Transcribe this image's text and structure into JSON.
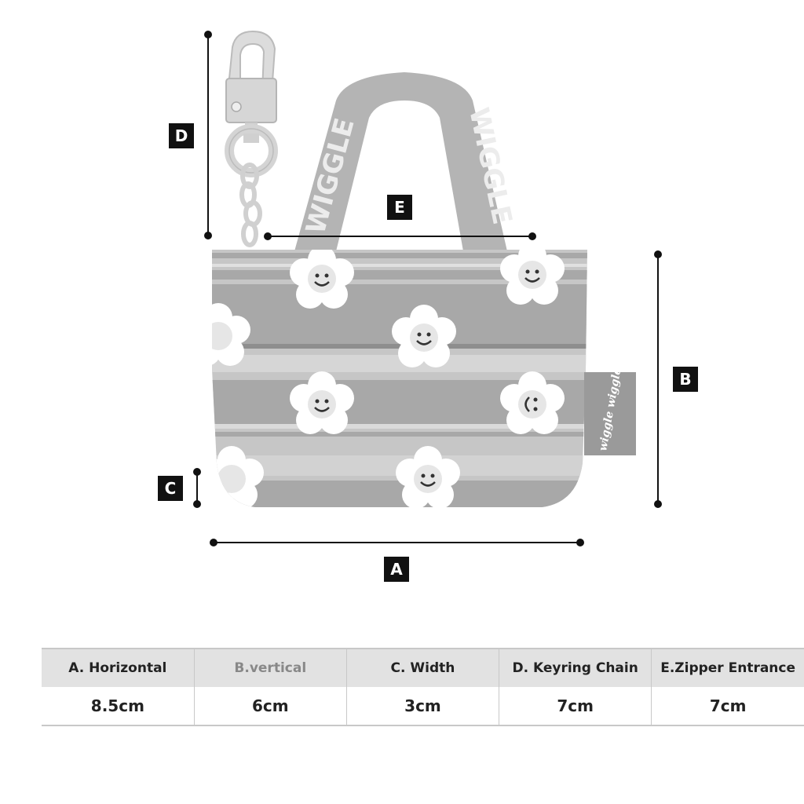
{
  "brand_tag": "wiggle wiggle",
  "strap_text": "WIGGLE",
  "labels": {
    "a": "A",
    "b": "B",
    "c": "C",
    "d": "D",
    "e": "E"
  },
  "table": {
    "headers": [
      "A. Horizontal",
      "B.vertical",
      "C. Width",
      "D. Keyring Chain",
      "E.Zipper Entrance"
    ],
    "values": [
      "8.5cm",
      "6cm",
      "3cm",
      "7cm",
      "7cm"
    ]
  },
  "colors": {
    "bag_light": "#c6c6c6",
    "bag_dark": "#a8a8a8",
    "flower": "#ffffff",
    "metal": "#d9d9d9",
    "tag": "#9a9a9a"
  }
}
